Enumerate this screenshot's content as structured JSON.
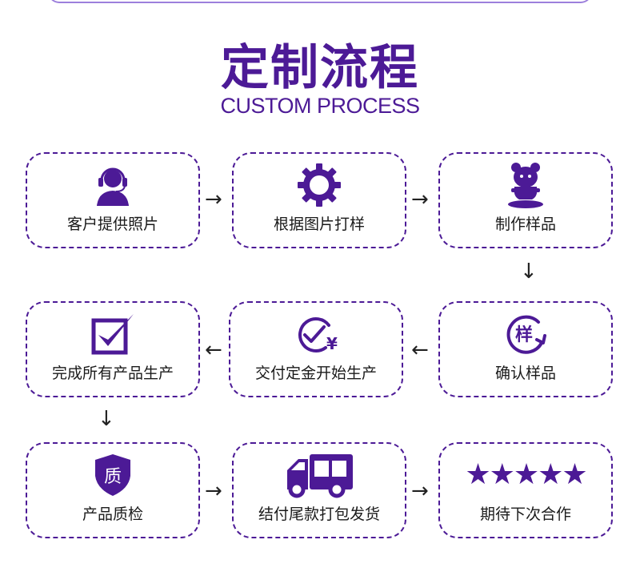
{
  "header": {
    "title": "定制流程",
    "subtitle": "CUSTOM PROCESS"
  },
  "steps": [
    {
      "label": "客户提供照片",
      "icon": "customer-service-headset-icon"
    },
    {
      "label": "根据图片打样",
      "icon": "gear-icon"
    },
    {
      "label": "制作样品",
      "icon": "figurine-sample-icon"
    },
    {
      "label": "确认样品",
      "icon": "sample-confirm-icon",
      "icon_text": "样"
    },
    {
      "label": "交付定金开始生产",
      "icon": "deposit-payment-icon",
      "icon_text": "¥"
    },
    {
      "label": "完成所有产品生产",
      "icon": "checkbox-checked-icon"
    },
    {
      "label": "产品质检",
      "icon": "quality-shield-icon",
      "icon_text": "质"
    },
    {
      "label": "结付尾款打包发货",
      "icon": "delivery-truck-icon"
    },
    {
      "label": "期待下次合作",
      "icon": "five-stars-icon",
      "icon_text": "★★★★★"
    }
  ],
  "arrows": {
    "right": "→",
    "left": "←",
    "down": "↓"
  },
  "colors": {
    "primary": "#4c1a96",
    "border_accent": "#9c7fdc",
    "text": "#1a1a1a"
  }
}
